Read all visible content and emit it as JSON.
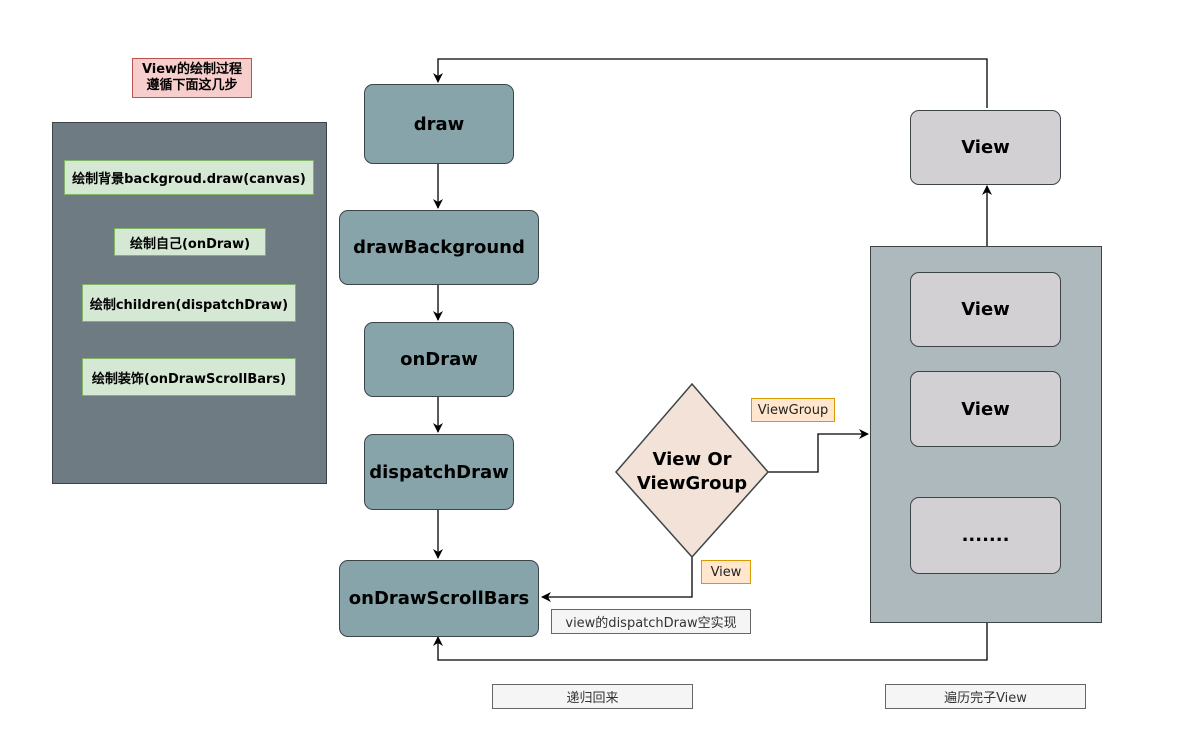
{
  "title_note": {
    "line1": "View的绘制过程",
    "line2": "遵循下面这几步"
  },
  "steps": [
    "绘制背景backgroud.draw(canvas)",
    "绘制自己(onDraw)",
    "绘制children(dispatchDraw)",
    "绘制装饰(onDrawScrollBars)"
  ],
  "flow": {
    "draw": "draw",
    "drawBackground": "drawBackground",
    "onDraw": "onDraw",
    "dispatchDraw": "dispatchDraw",
    "onDrawScrollBars": "onDrawScrollBars"
  },
  "decision": {
    "line1": "View Or",
    "line2": "ViewGroup"
  },
  "labels": {
    "viewgroup_branch": "ViewGroup",
    "view_branch": "View",
    "view_dispatch_note": "view的dispatchDraw空实现",
    "recursion_back": "递归回来",
    "traverse_done": "遍历完子View"
  },
  "children": {
    "top": "View",
    "child1": "View",
    "child2": "View",
    "child3": "......."
  },
  "colors": {
    "flow_fill": "#86a4a9",
    "view_fill": "#d2d0d2",
    "group_fill": "#adb9bd",
    "panel_fill": "#6f7b82",
    "step_fill": "#d5e8d4",
    "decision_fill": "#f2e2d8",
    "note_fill": "#f8cecc",
    "orange_fill": "#ffe6cc"
  }
}
